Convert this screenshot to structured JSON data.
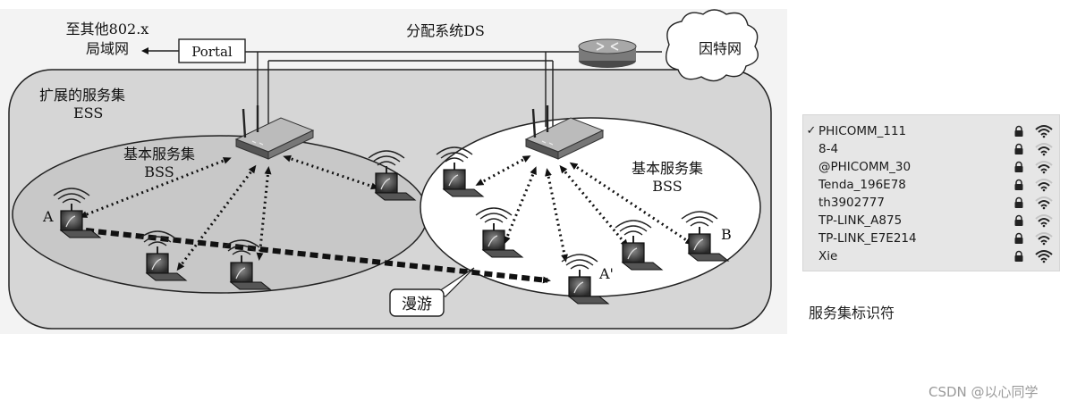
{
  "diagram": {
    "other_lan_line1": "至其他802.x",
    "other_lan_line2": "局域网",
    "portal_label": "Portal",
    "ds_label": "分配系统DS",
    "internet_label": "因特网",
    "ess_line1": "扩展的服务集",
    "ess_line2": "ESS",
    "bss_left_line1": "基本服务集",
    "bss_left_line2": "BSS",
    "bss_right_line1": "基本服务集",
    "bss_right_line2": "BSS",
    "station_a": "A",
    "station_a_prime": "A'",
    "station_b": "B",
    "roaming_label": "漫游"
  },
  "wifi_list": {
    "networks": [
      {
        "ssid": "PHICOMM_111",
        "connected": true,
        "check": "✓",
        "signal": 3
      },
      {
        "ssid": "8-4",
        "connected": false,
        "check": "",
        "signal": 2
      },
      {
        "ssid": "@PHICOMM_30",
        "connected": false,
        "check": "",
        "signal": 2
      },
      {
        "ssid": "Tenda_196E78",
        "connected": false,
        "check": "",
        "signal": 2
      },
      {
        "ssid": "th3902777",
        "connected": false,
        "check": "",
        "signal": 2
      },
      {
        "ssid": "TP-LINK_A875",
        "connected": false,
        "check": "",
        "signal": 2
      },
      {
        "ssid": "TP-LINK_E7E214",
        "connected": false,
        "check": "",
        "signal": 2
      },
      {
        "ssid": "Xie",
        "connected": false,
        "check": "",
        "signal": 3
      }
    ]
  },
  "caption": "服务集标识符",
  "watermark": "CSDN @以心同学"
}
